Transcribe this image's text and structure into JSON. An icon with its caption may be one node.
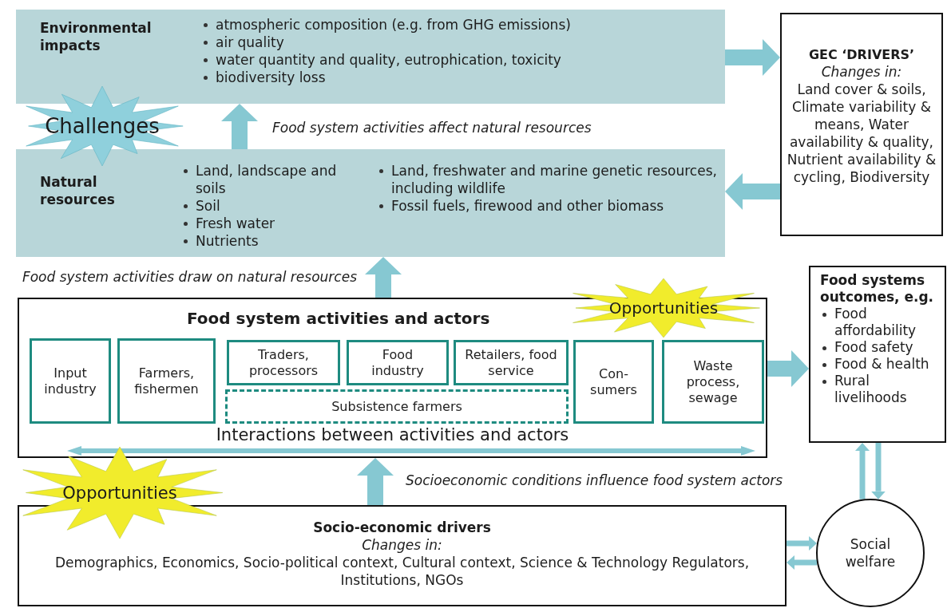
{
  "diagram": {
    "nodes": [
      {
        "text": [
          "Environmental impacts",
          "atmospheric composition (e.g. from GHG emissions)",
          "air quality",
          "water quantity and quality, eutrophication, toxicity",
          "biodiversity loss"
        ]
      },
      {
        "text": [
          "Challenges"
        ]
      },
      {
        "text": [
          "GEC ‘DRIVERS’",
          "Changes in:",
          "Land cover & soils, Climate variability & means, Water availability & quality, Nutrient availability & cycling, Biodiversity"
        ]
      },
      {
        "text": [
          "Natural resources",
          "Land, landscape and soils",
          "Soil",
          "Fresh water",
          "Nutrients",
          "Land, freshwater and marine genetic resources, including wildlife",
          "Fossil fuels, firewood and other biomass"
        ]
      },
      {
        "text": [
          "Food system activities and actors",
          "Interactions between activities and actors"
        ]
      },
      {
        "text": [
          "Opportunities"
        ]
      },
      {
        "text": [
          "Input industry"
        ],
        "in": 4
      },
      {
        "text": [
          "Farmers, fishermen"
        ],
        "in": 4
      },
      {
        "text": [
          "Traders, processors"
        ],
        "in": 4
      },
      {
        "text": [
          "Food industry"
        ],
        "in": 4
      },
      {
        "text": [
          "Retailers, food service"
        ],
        "in": 4
      },
      {
        "text": [
          "Con- sumers"
        ],
        "in": 4
      },
      {
        "text": [
          "Waste process, sewage"
        ],
        "in": 4
      },
      {
        "text": [
          "Subsistence farmers"
        ],
        "in": 4
      },
      {
        "text": [
          "Food systems outcomes, e.g.",
          "Food affordability",
          "Food safety",
          "Food & health",
          "Rural livelihoods"
        ]
      },
      {
        "text": [
          "Opportunities"
        ]
      },
      {
        "text": [
          "Socio-economic drivers",
          "Changes in:",
          "Demographics, Economics, Socio-political context, Cultural context, Science & Technology Regulators, Institutions, NGOs"
        ]
      },
      {
        "text": [
          "Social welfare"
        ]
      }
    ],
    "edges": [
      {
        "from": 0,
        "to": 2,
        "arrow": "to"
      },
      {
        "from": 2,
        "to": 3,
        "arrow": "to"
      },
      {
        "from": 3,
        "to": 0,
        "arrow": "to",
        "label": "Food system activities affect natural resources"
      },
      {
        "from": 4,
        "to": 3,
        "arrow": "to",
        "label": "Food system activities draw on natural resources"
      },
      {
        "from": 4,
        "to": 14,
        "arrow": "to"
      },
      {
        "from": 16,
        "to": 4,
        "arrow": "to",
        "label": "Socioeconomic conditions influence food system actors"
      },
      {
        "from": 17,
        "to": 14,
        "arrow": "to"
      },
      {
        "from": 14,
        "to": 17,
        "arrow": "to"
      },
      {
        "from": 16,
        "to": 17,
        "arrow": "to"
      },
      {
        "from": 17,
        "to": 16,
        "arrow": "to"
      }
    ]
  }
}
